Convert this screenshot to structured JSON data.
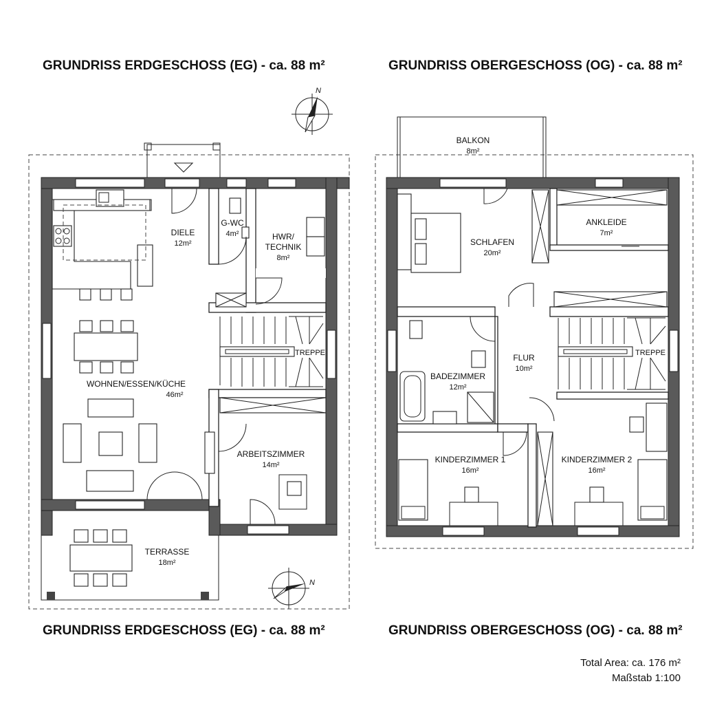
{
  "titles": {
    "eg_top": "GRUNDRISS ERDGESCHOSS (EG) - ca. 88 m²",
    "og_top": "GRUNDRISS OBERGESCHOSS (OG) - ca. 88 m²",
    "eg_bottom": "GRUNDRISS ERDGESCHOSS (EG) - ca. 88 m²",
    "og_bottom": "GRUNDRISS OBERGESCHOSS (OG) - ca. 88 m²"
  },
  "north_label": "N",
  "eg": {
    "diele": {
      "name": "DIELE",
      "area": "12m²"
    },
    "gwc": {
      "name": "G-WC",
      "area": "4m²"
    },
    "hwr": {
      "name": "HWR/",
      "name2": "TECHNIK",
      "area": "8m²"
    },
    "treppe": {
      "name": "TREPPE"
    },
    "wohnen": {
      "name": "WOHNEN/ESSEN/KÜCHE",
      "area": "46m²"
    },
    "arbeit": {
      "name": "ARBEITSZIMMER",
      "area": "14m²"
    },
    "terrasse": {
      "name": "TERRASSE",
      "area": "18m²"
    }
  },
  "og": {
    "balkon": {
      "name": "BALKON",
      "area": "8m²"
    },
    "schlafen": {
      "name": "SCHLAFEN",
      "area": "20m²"
    },
    "ankleide": {
      "name": "ANKLEIDE",
      "area": "7m²"
    },
    "bad": {
      "name": "BADEZIMMER",
      "area": "12m²"
    },
    "flur": {
      "name": "FLUR",
      "area": "10m²"
    },
    "treppe": {
      "name": "TREPPE"
    },
    "kind1": {
      "name": "KINDERZIMMER 1",
      "area": "16m²"
    },
    "kind2": {
      "name": "KINDERZIMMER 2",
      "area": "16m²"
    }
  },
  "footer": {
    "total": "Total Area: ca. 176 m²",
    "scale": "Maßstab 1:100"
  }
}
